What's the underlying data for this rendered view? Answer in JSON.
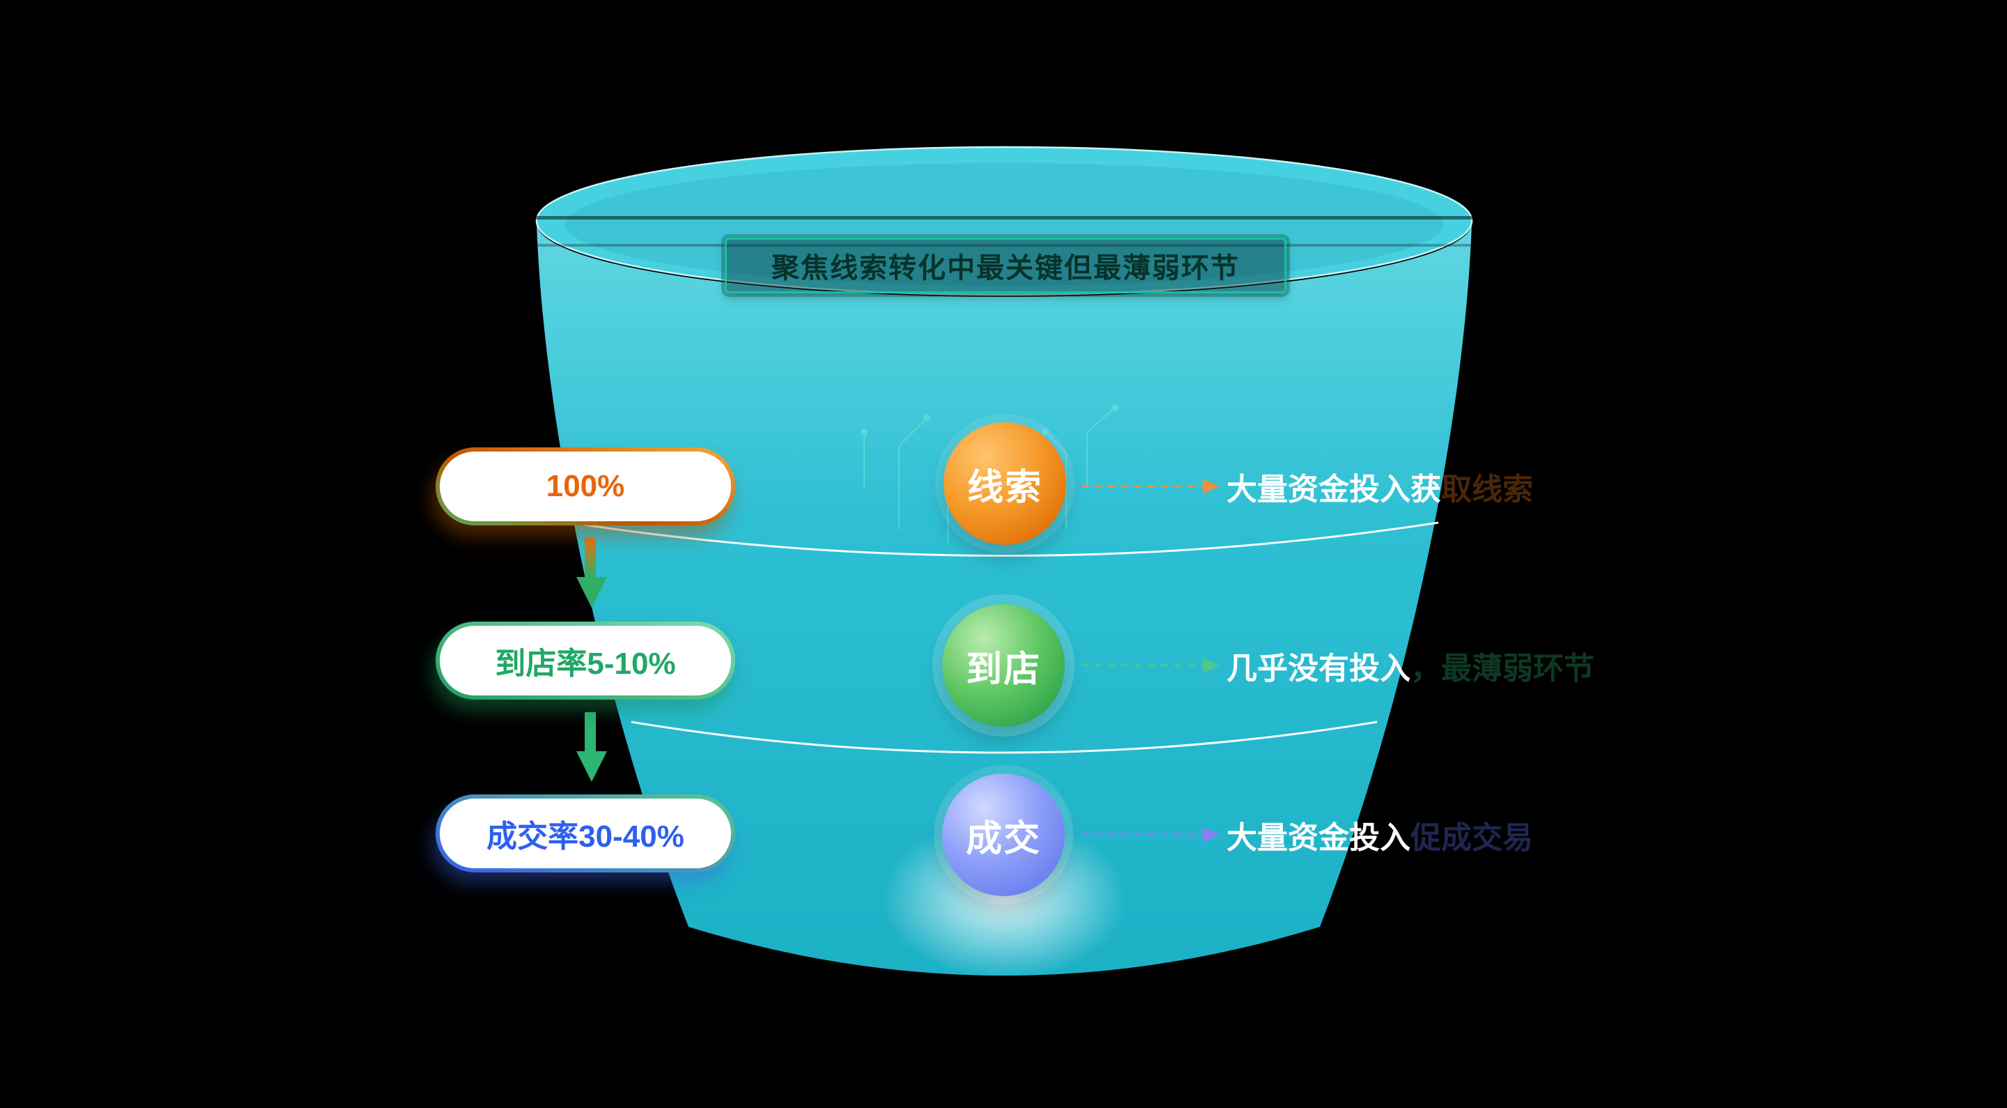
{
  "title": {
    "text": "聚焦线索转化中最关键但最薄弱环节",
    "border_color": "#1fc9a2",
    "text_color": "#06332b"
  },
  "funnel": {
    "fill_color": "#2cc4d8",
    "rim_stroke_color": "#c8f4f8",
    "separator_color": "#ffffff"
  },
  "stages": [
    {
      "name": "leads",
      "circle_label": "线索",
      "circle_color": "#f0891d",
      "pill_label": "100%",
      "pill_text_color": "#e8650a",
      "note": "大量资金投入获",
      "note_dim": "取线索",
      "connector_color": "#e8923f"
    },
    {
      "name": "store-visit",
      "circle_label": "到店",
      "circle_color": "#45bd5f",
      "pill_label": "到店率5-10%",
      "pill_text_color": "#1fa866",
      "note": "几乎没有投入",
      "note_dim": "，最薄弱环节",
      "connector_color": "#52c58a"
    },
    {
      "name": "deal",
      "circle_label": "成交",
      "circle_color": "#7388f5",
      "pill_label": "成交率30-40%",
      "pill_text_color": "#2e5ff0",
      "note": "大量资金投入",
      "note_dim": "促成交易",
      "connector_color": "#8d7df2"
    }
  ]
}
